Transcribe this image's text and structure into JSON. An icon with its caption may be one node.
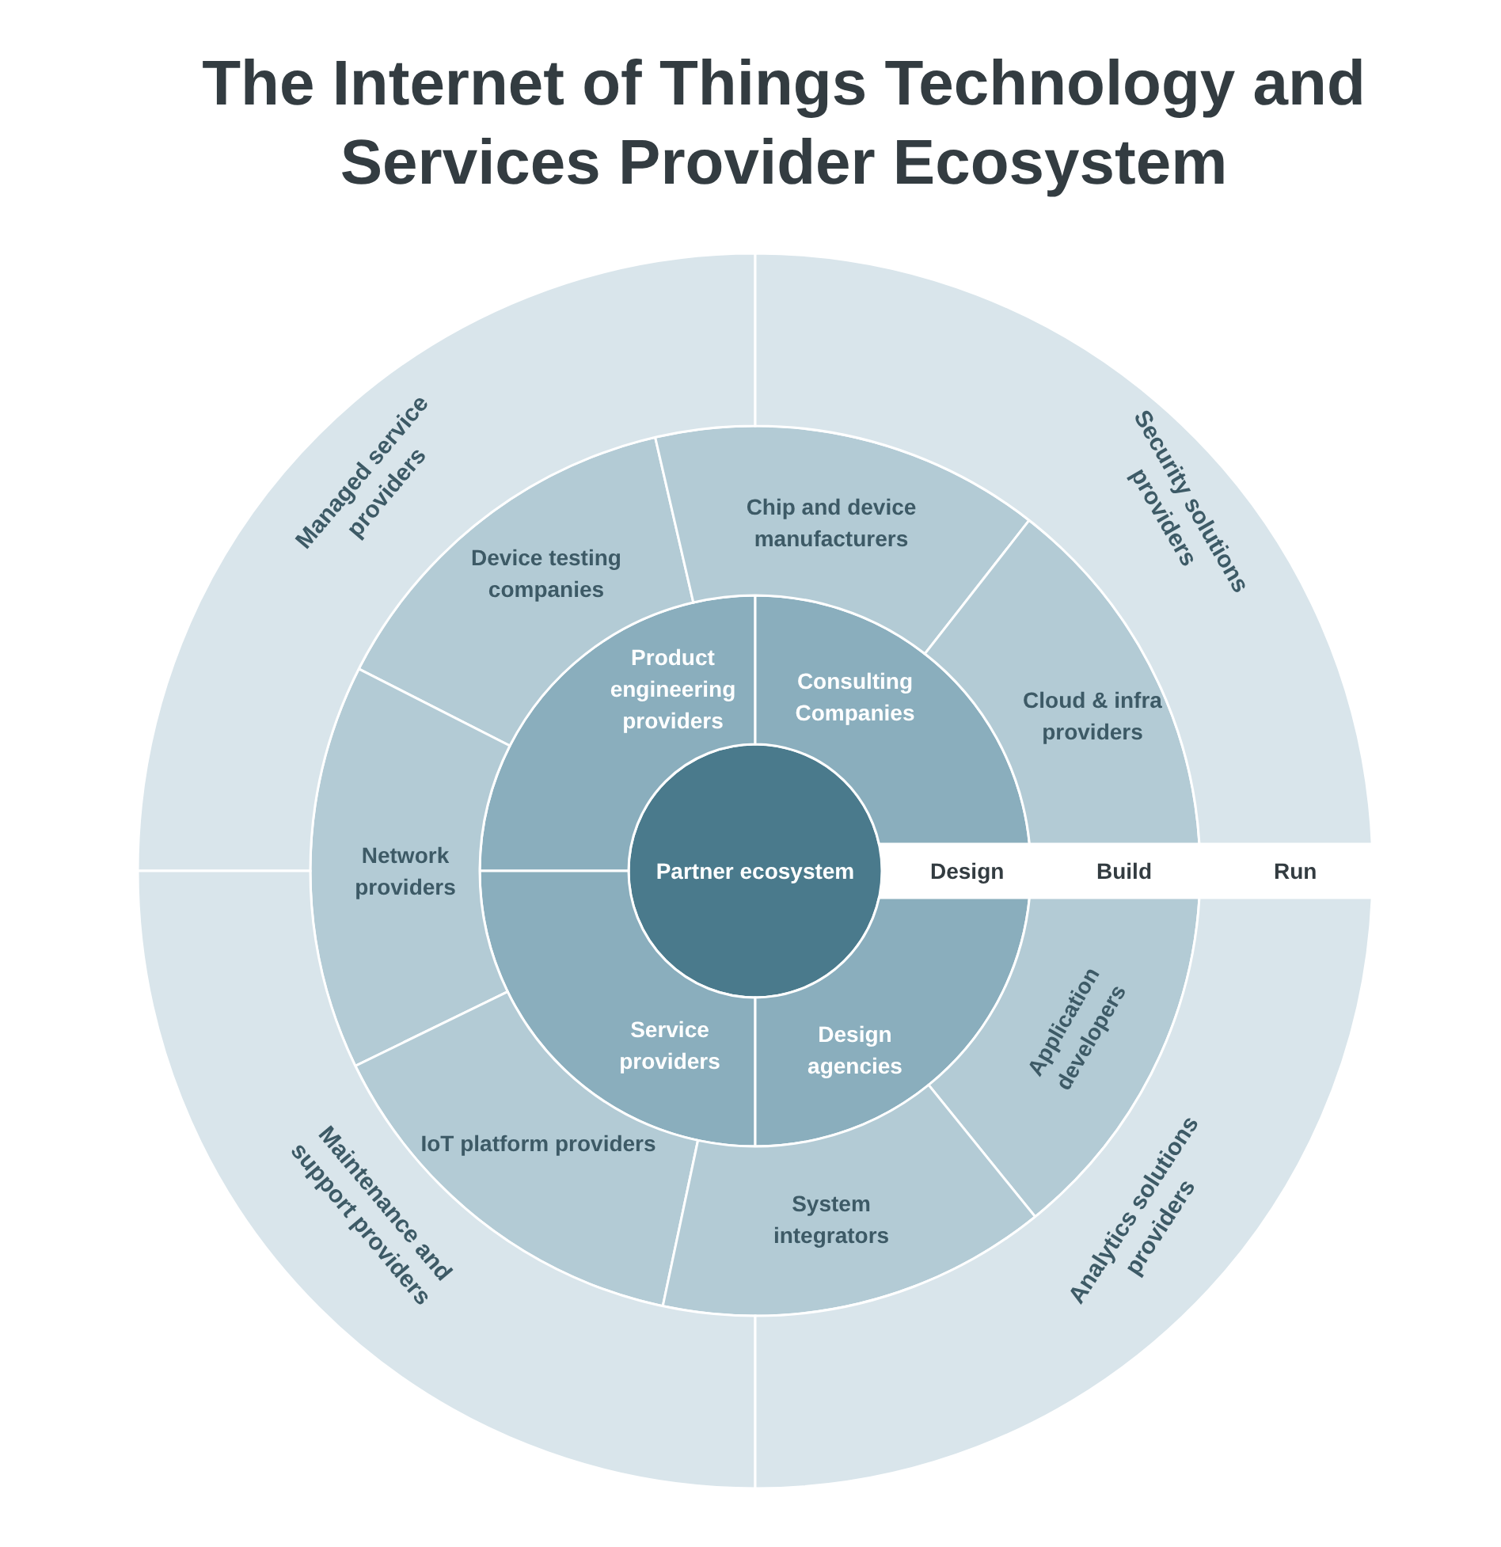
{
  "diagram": {
    "title": "The Internet of Things Technology and Services Provider Ecosystem",
    "nodes": [
      {
        "text": [
          "Partner ecosystem"
        ]
      },
      {
        "text": [
          "Product engineering providers"
        ]
      },
      {
        "text": [
          "Consulting Companies"
        ]
      },
      {
        "text": [
          "Service providers"
        ]
      },
      {
        "text": [
          "Design agencies"
        ]
      },
      {
        "text": [
          "Device testing companies"
        ]
      },
      {
        "text": [
          "Chip and device manufacturers"
        ]
      },
      {
        "text": [
          "Cloud & infra providers"
        ]
      },
      {
        "text": [
          "Network providers"
        ]
      },
      {
        "text": [
          "Application developers"
        ]
      },
      {
        "text": [
          "IoT platform providers"
        ]
      },
      {
        "text": [
          "System integrators"
        ]
      },
      {
        "text": [
          "Managed service providers"
        ]
      },
      {
        "text": [
          "Security solutions providers"
        ]
      },
      {
        "text": [
          "Maintenance and support providers"
        ]
      },
      {
        "text": [
          "Analytics solutions providers"
        ]
      }
    ],
    "edges": [],
    "labels": [
      "Design",
      "Build",
      "Run"
    ]
  }
}
